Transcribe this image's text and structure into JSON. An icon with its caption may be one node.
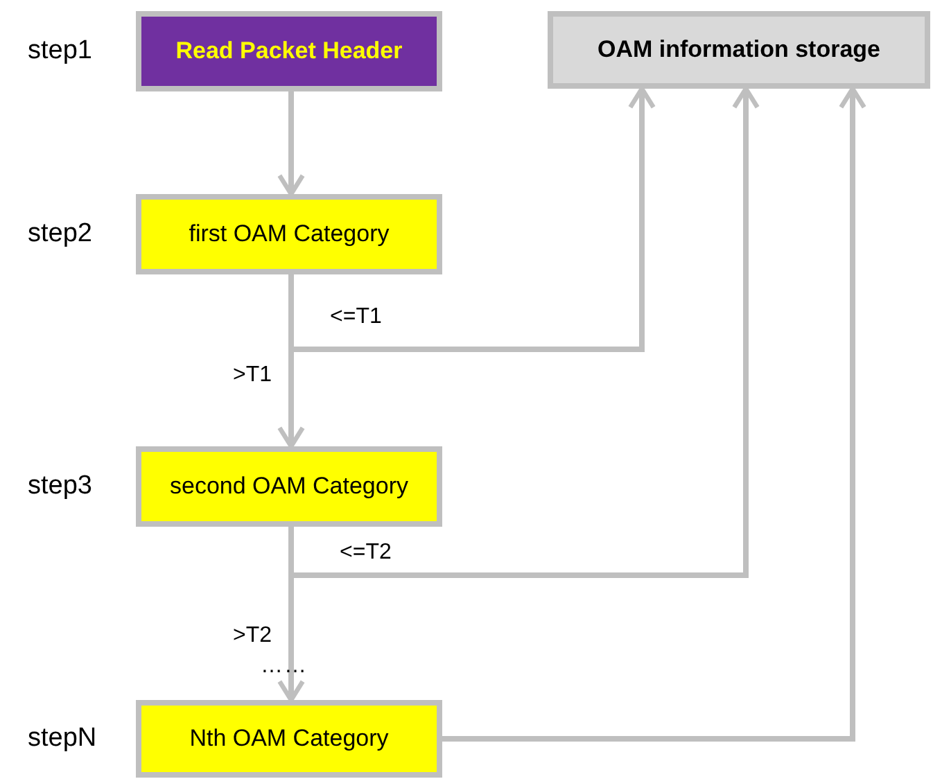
{
  "diagram": {
    "nodes": [
      {
        "text": [
          "Read Packet Header"
        ],
        "beside": [
          "step1"
        ]
      },
      {
        "text": [
          "OAM information storage"
        ]
      },
      {
        "text": [
          "first OAM Category"
        ],
        "beside": [
          "step2"
        ]
      },
      {
        "text": [
          "second OAM Category"
        ],
        "beside": [
          "step3"
        ]
      },
      {
        "text": [
          "Nth OAM Category"
        ],
        "beside": [
          "stepN"
        ]
      }
    ],
    "edges": [
      {
        "from": 0,
        "to": 2,
        "arrow": "to"
      },
      {
        "from": 2,
        "to": 1,
        "arrow": "to",
        "label": "<=T1"
      },
      {
        "from": 2,
        "to": 3,
        "arrow": "to",
        "label": ">T1"
      },
      {
        "from": 3,
        "to": 1,
        "arrow": "to",
        "label": "<=T2"
      },
      {
        "from": 3,
        "to": 4,
        "arrow": "to",
        "label": ">T2"
      },
      {
        "from": 4,
        "to": 1,
        "arrow": "to"
      }
    ],
    "labels": [
      "……"
    ]
  }
}
